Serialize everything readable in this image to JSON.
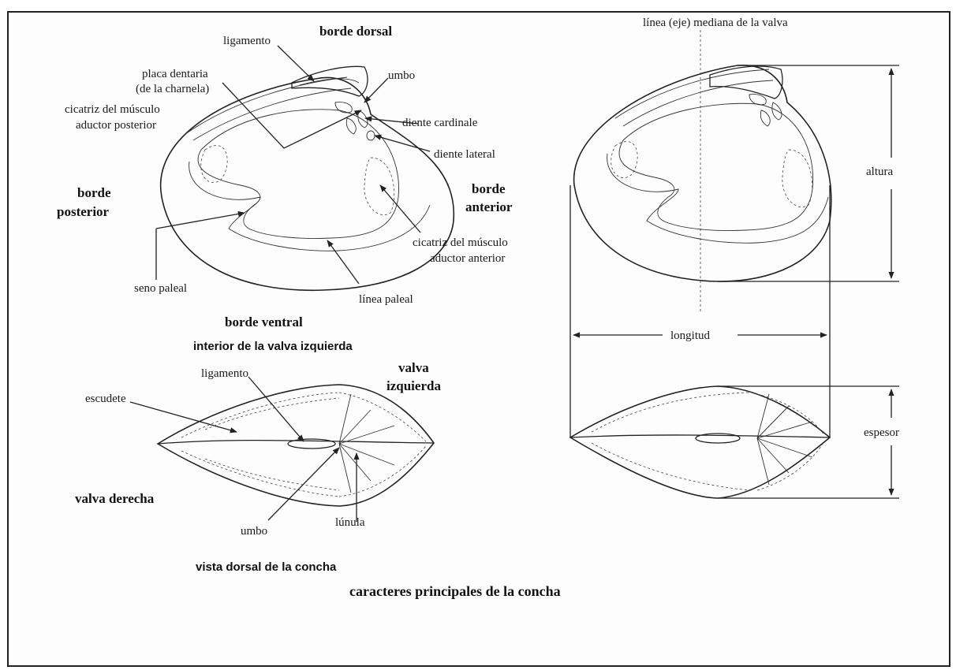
{
  "labels": {
    "borde_dorsal": "borde dorsal",
    "ligamento_top": "ligamento",
    "placa_dentaria_1": "placa dentaria",
    "placa_dentaria_2": "(de la charnela)",
    "umbo_top": "umbo",
    "cicatriz_post_1": "cicatriz del músculo",
    "cicatriz_post_2": "aductor posterior",
    "diente_cardinale": "diente  cardinale",
    "diente_lateral": "diente lateral",
    "borde_posterior_1": "borde",
    "borde_posterior_2": "posterior",
    "borde_anterior_1": "borde",
    "borde_anterior_2": "anterior",
    "cicatriz_ant_1": "cicatriz del músculo",
    "cicatriz_ant_2": "aductor anterior",
    "seno_paleal": "seno paleal",
    "linea_paleal": "línea paleal",
    "borde_ventral": "borde ventral",
    "interior_valva": "interior de la valva izquierda",
    "ligamento_bottom": "ligamento",
    "valva_izq_1": "valva",
    "valva_izq_2": "izquierda",
    "escudete": "escudete",
    "valva_derecha": "valva derecha",
    "umbo_bottom": "umbo",
    "lunula": "lúnula",
    "vista_dorsal": "vista dorsal de la concha",
    "linea_mediana": "línea (eje) mediana de la valva",
    "altura": "altura",
    "longitud": "longitud",
    "espesor": "espesor",
    "caption": "caracteres principales de la concha"
  }
}
